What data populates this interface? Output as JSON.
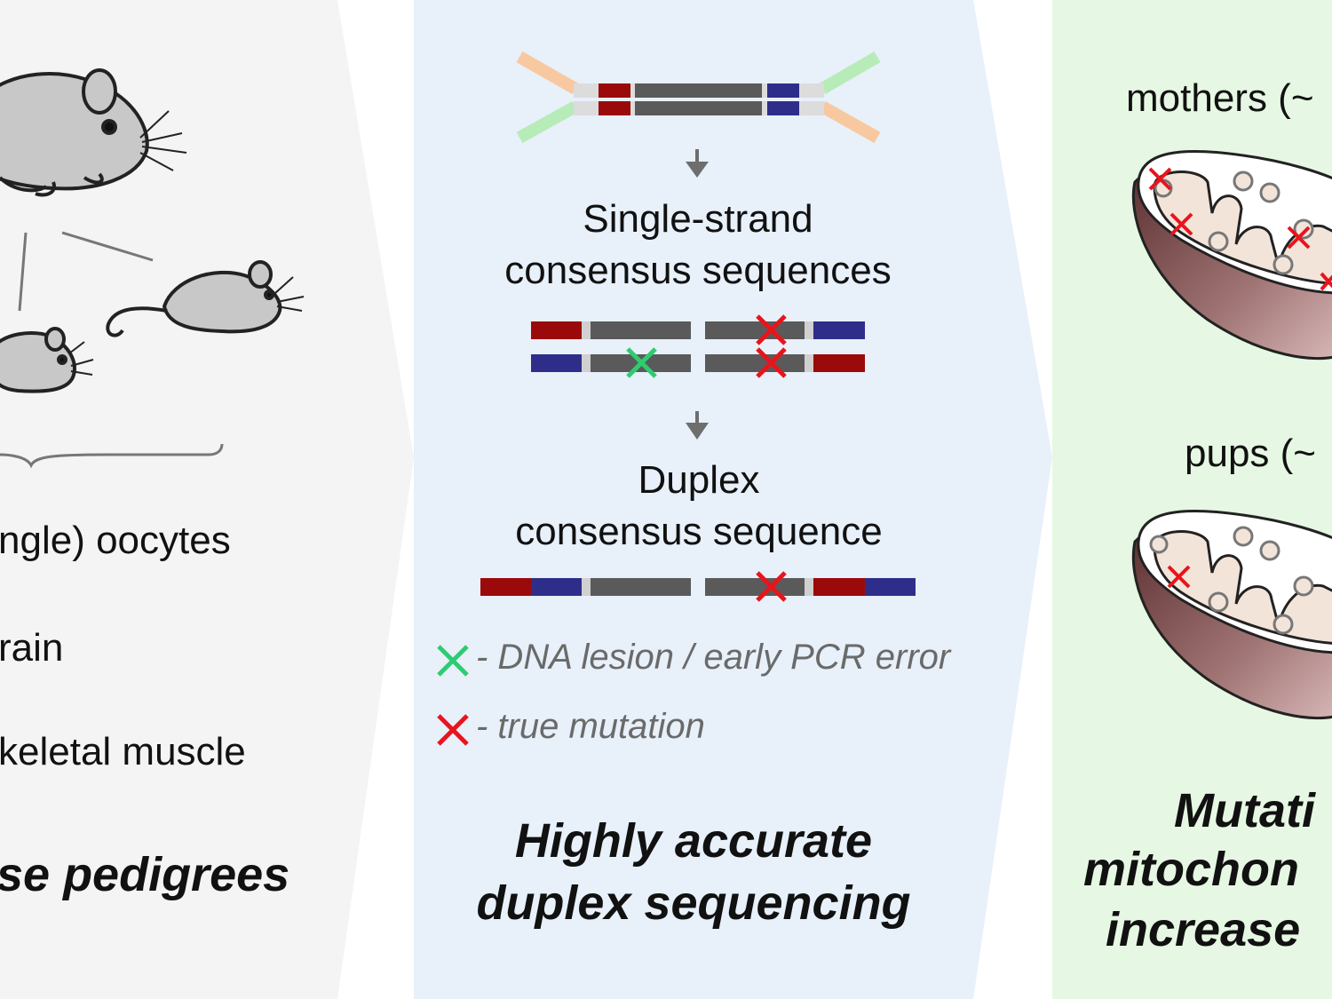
{
  "left_panel": {
    "list_items": [
      "ngle) oocytes",
      "rain",
      "keletal muscle"
    ],
    "title": "se pedigrees"
  },
  "middle_panel": {
    "step1_line1": "Single-strand",
    "step1_line2": "consensus sequences",
    "step2_line1": "Duplex",
    "step2_line2": "consensus sequence",
    "legend": [
      {
        "marker_color": "#2ecc71",
        "text": "- DNA lesion / early PCR error"
      },
      {
        "marker_color": "#e8141c",
        "text": "- true mutation"
      }
    ],
    "title_line1": "Highly accurate",
    "title_line2": "duplex sequencing"
  },
  "right_panel": {
    "label_top": "mothers (~",
    "label_bottom": "pups (~",
    "title_line1": "Mutati",
    "title_line2": "mitochon",
    "title_line3": "increase"
  },
  "colors": {
    "left_bg": "#f4f4f4",
    "middle_bg": "#e8f0fa",
    "right_bg": "#e6f8e3",
    "barcode_red": "#9b0a0a",
    "barcode_blue": "#2e2e8a",
    "dna_gray": "#5a5a5a",
    "adapter_orange": "#f8c9a0",
    "adapter_green": "#b7ecb8",
    "mutation_red": "#e8141c",
    "lesion_green": "#2ecc71"
  }
}
